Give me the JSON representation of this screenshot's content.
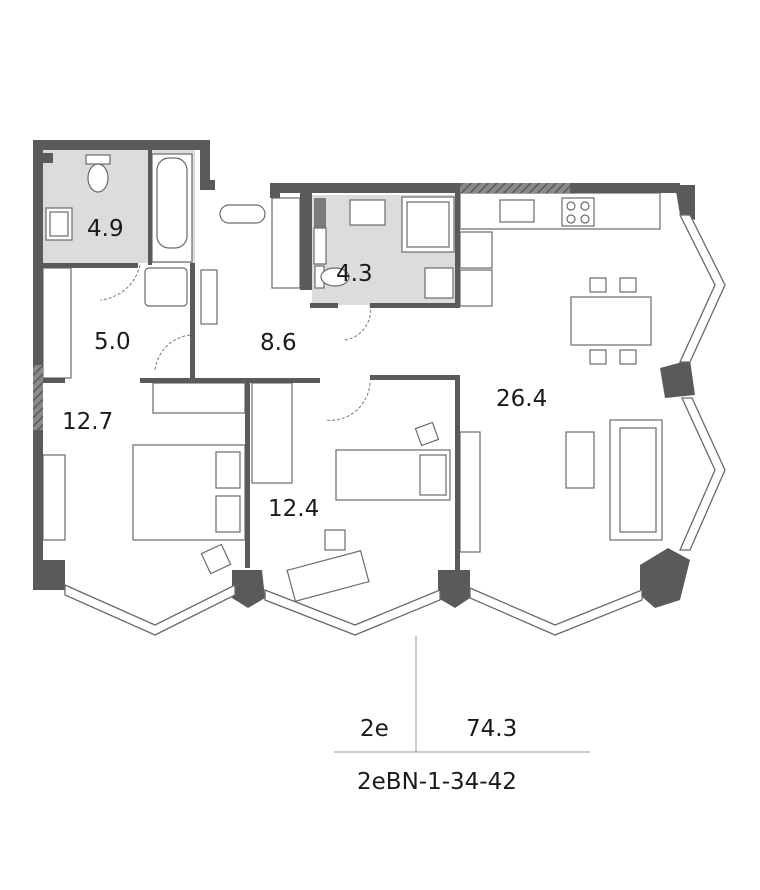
{
  "rooms": {
    "bathroom_1": "4.9",
    "bathroom_2": "4.3",
    "closet": "5.0",
    "hall": "8.6",
    "bedroom_1": "12.7",
    "bedroom_2": "12.4",
    "living_kitchen": "26.4"
  },
  "summary": {
    "type": "2e",
    "total_area": "74.3",
    "code": "2eBN-1-34-42"
  },
  "colors": {
    "wall": "#5a5a5a",
    "tile": "#dcdcdc",
    "text": "#1a1a1a"
  }
}
